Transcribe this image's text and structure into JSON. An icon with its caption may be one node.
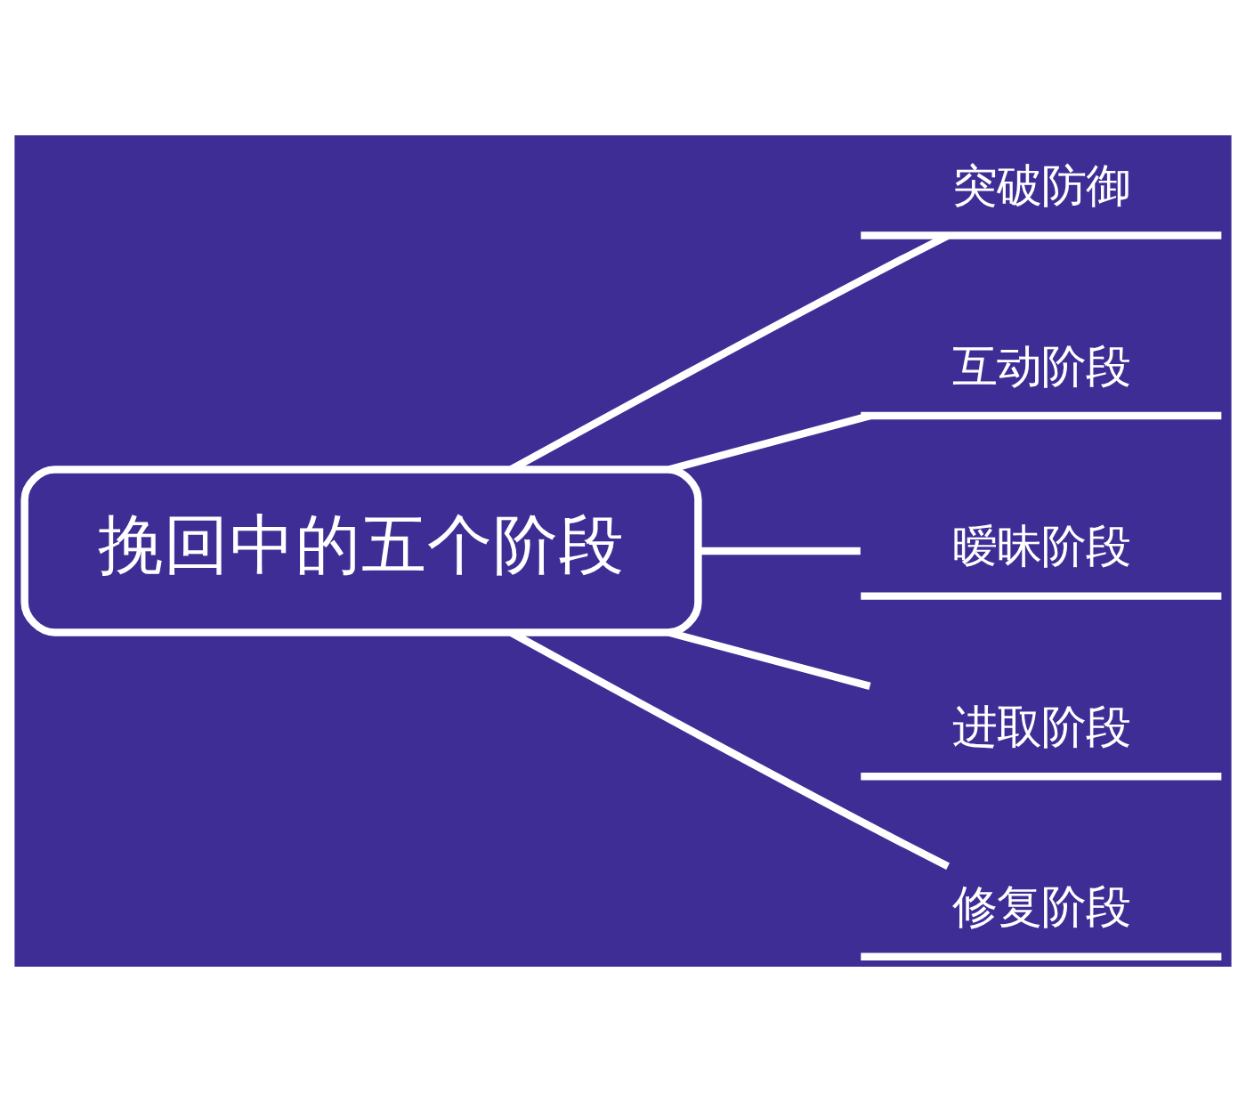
{
  "diagram": {
    "nodes": [
      {
        "text": [
          "挽回中的五个阶段"
        ]
      },
      {
        "text": [
          "突破防御"
        ]
      },
      {
        "text": [
          "互动阶段"
        ]
      },
      {
        "text": [
          "暧昧阶段"
        ]
      },
      {
        "text": [
          "进取阶段"
        ]
      },
      {
        "text": [
          "修复阶段"
        ]
      }
    ],
    "edges": [
      {
        "from": 0,
        "to": 1,
        "arrow": "none"
      },
      {
        "from": 0,
        "to": 2,
        "arrow": "none"
      },
      {
        "from": 0,
        "to": 3,
        "arrow": "none"
      },
      {
        "from": 0,
        "to": 4,
        "arrow": "none"
      },
      {
        "from": 0,
        "to": 5,
        "arrow": "none"
      }
    ]
  }
}
